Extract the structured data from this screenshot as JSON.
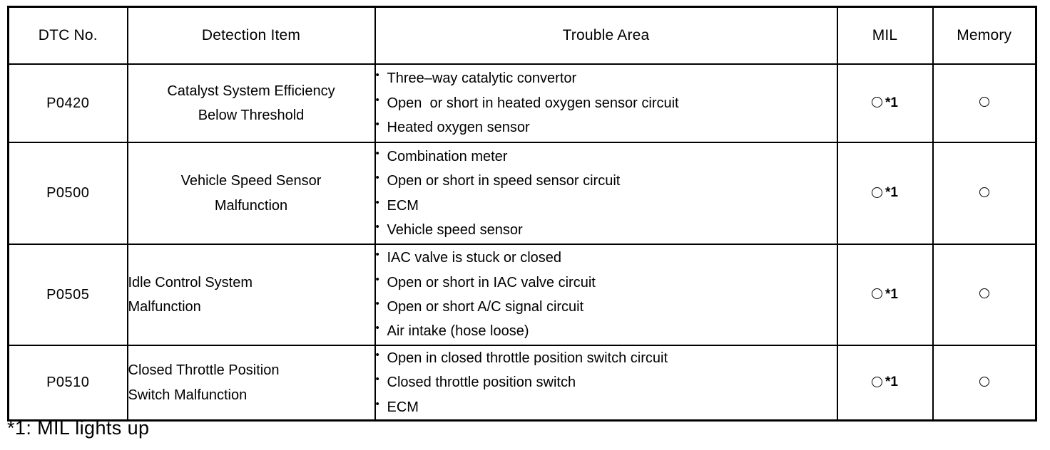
{
  "table": {
    "columns": [
      {
        "key": "dtc",
        "label": "DTC No."
      },
      {
        "key": "detect",
        "label": "Detection Item"
      },
      {
        "key": "trouble",
        "label": "Trouble Area"
      },
      {
        "key": "mil",
        "label": "MIL"
      },
      {
        "key": "memory",
        "label": "Memory"
      }
    ],
    "rows": [
      {
        "dtc": "P0420",
        "detect_lines": [
          "Catalyst System Efficiency",
          "Below Threshold"
        ],
        "detect_align": "center",
        "trouble": [
          "Three–way catalytic convertor",
          "Open  or short in heated oxygen sensor circuit",
          "Heated oxygen sensor"
        ],
        "mil": "○",
        "mil_note": "*1",
        "memory": "○"
      },
      {
        "dtc": "P0500",
        "detect_lines": [
          "Vehicle Speed Sensor",
          "Malfunction"
        ],
        "detect_align": "center",
        "trouble": [
          "Combination meter",
          "Open or short in speed sensor circuit",
          "ECM",
          "Vehicle speed sensor"
        ],
        "mil": "○",
        "mil_note": "*1",
        "memory": "○"
      },
      {
        "dtc": "P0505",
        "detect_lines": [
          "Idle Control System",
          "Malfunction"
        ],
        "detect_align": "left",
        "trouble": [
          "IAC valve is stuck or closed",
          "Open or short in IAC valve circuit",
          "Open or short A/C signal circuit",
          "Air intake (hose loose)"
        ],
        "mil": "○",
        "mil_note": "*1",
        "memory": "○"
      },
      {
        "dtc": "P0510",
        "detect_lines": [
          "Closed Throttle Position",
          "Switch Malfunction"
        ],
        "detect_align": "left",
        "trouble": [
          "Open in closed throttle position switch circuit",
          "Closed throttle position switch",
          "ECM"
        ],
        "mil": "○",
        "mil_note": "*1",
        "memory": "○"
      }
    ],
    "bullet_glyph": "•"
  },
  "footnote": "*1: MIL lights up",
  "colors": {
    "ink": "#000000",
    "paper": "#ffffff"
  }
}
